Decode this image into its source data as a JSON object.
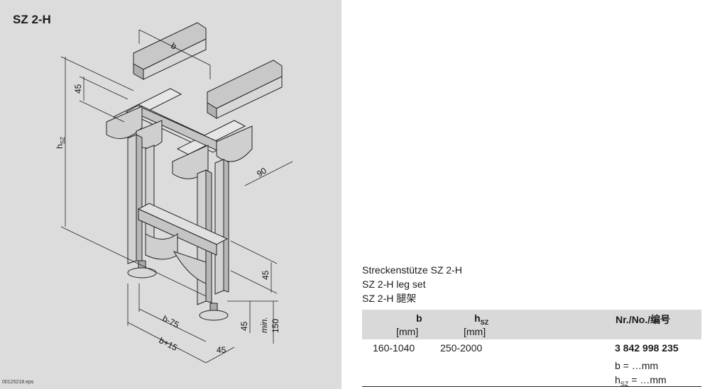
{
  "product": {
    "title": "SZ 2-H"
  },
  "drawing": {
    "file_name": "00125218.eps",
    "dimensions": {
      "b": "b",
      "d45_top": "45",
      "hsz_h": "h",
      "hsz_sub": "SZ",
      "d90": "90",
      "d45_right": "45",
      "d45_foot": "45",
      "min_label": "min.",
      "d150": "150",
      "b_minus_75": "b-75",
      "b_plus_15": "b+15",
      "d45_bottom": "45"
    }
  },
  "description": {
    "de": "Streckenstütze SZ 2-H",
    "en": "SZ 2-H leg set",
    "zh": "SZ 2-H 腿架"
  },
  "table": {
    "headers": {
      "b": "b",
      "b_unit": "[mm]",
      "h_main": "h",
      "h_sub": "SZ",
      "h_unit": "[mm]",
      "nr": "Nr./No./编号"
    },
    "row": {
      "b": "160-1040",
      "h": "250-2000",
      "nr": "3 842 998 235",
      "note_b": "b = …mm",
      "note_h_main": "h",
      "note_h_sub": "SZ",
      "note_h_rest": " = …mm"
    }
  }
}
